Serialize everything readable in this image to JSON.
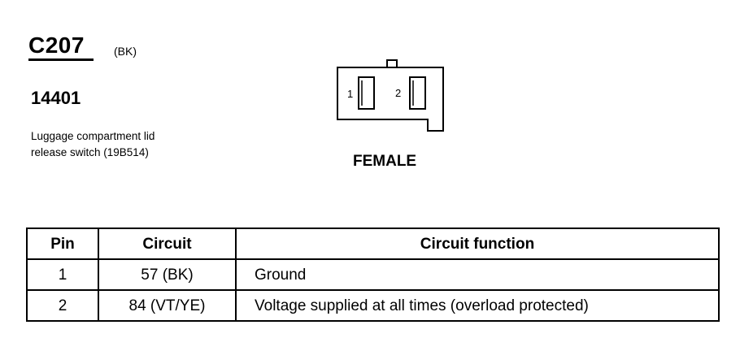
{
  "connector": {
    "id": "C207",
    "color_code": "(BK)",
    "part_number": "14401",
    "description_lines": [
      "Luggage compartment lid",
      "release switch (19B514)"
    ],
    "gender": "FEMALE",
    "pin_labels": [
      "1",
      "2"
    ]
  },
  "table": {
    "headers": {
      "pin": "Pin",
      "circuit": "Circuit",
      "function": "Circuit function"
    },
    "rows": [
      {
        "pin": "1",
        "circuit": "57 (BK)",
        "function": "Ground"
      },
      {
        "pin": "2",
        "circuit": "84 (VT/YE)",
        "function": "Voltage supplied at all times (overload protected)"
      }
    ]
  }
}
